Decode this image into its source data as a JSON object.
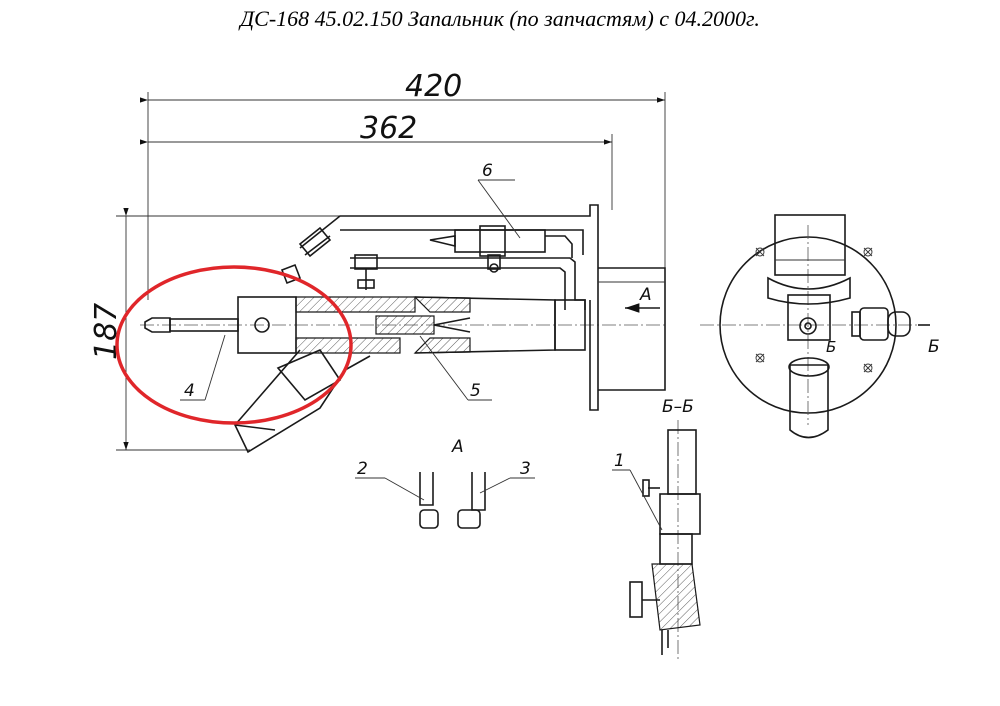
{
  "title": "ДС-168 45.02.150 Запальник (по запчастям) с 04.2000г.",
  "dimensions": {
    "overall_length": "420",
    "body_length": "362",
    "height": "187"
  },
  "callouts": {
    "item1": "1",
    "item2": "2",
    "item3": "3",
    "item4": "4",
    "item5": "5",
    "item6": "6"
  },
  "views": {
    "view_a": "А",
    "section_b": "Б–Б",
    "section_mark_b": "Б"
  },
  "highlight": {
    "color": "#e0262a",
    "target_item": "4"
  },
  "colors": {
    "line": "#1a1a1a"
  }
}
